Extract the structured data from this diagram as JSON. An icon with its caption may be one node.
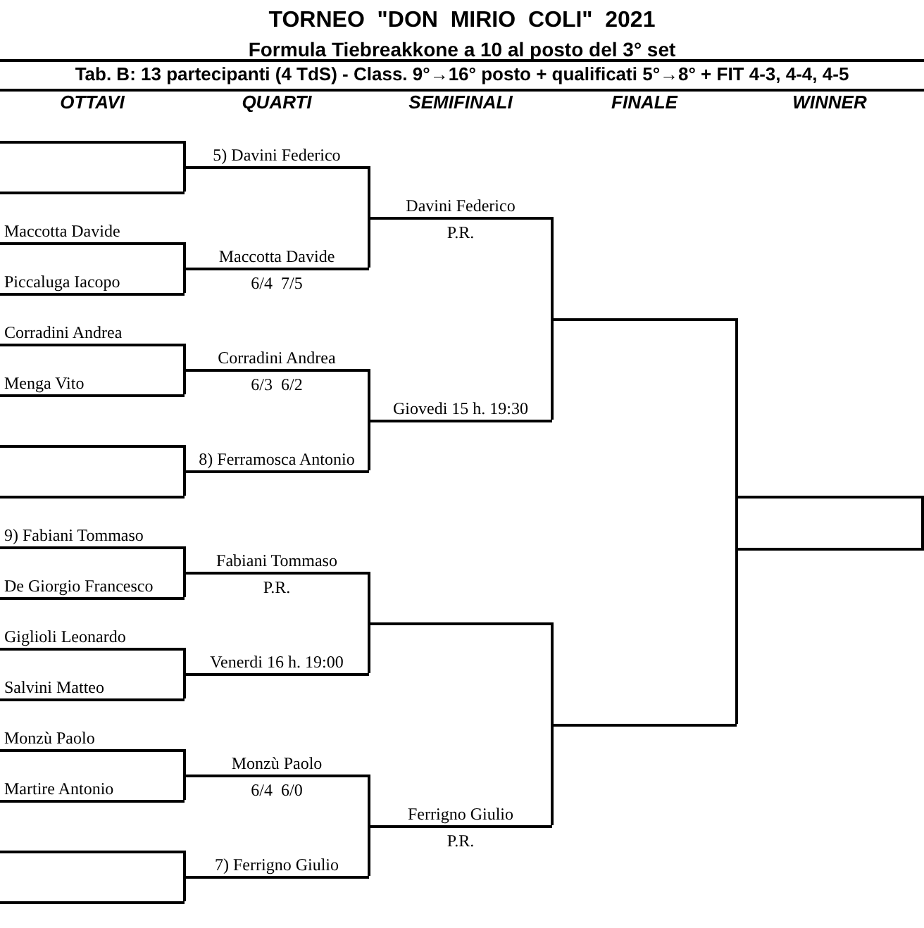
{
  "diagram": {
    "title": "TORNEO  \"DON  MIRIO  COLI\"  2021",
    "nodes": [
      {
        "text": [],
        "shape": "bar"
      },
      {
        "text": [],
        "shape": "bar"
      },
      {
        "text": [
          "Maccotta Davide"
        ]
      },
      {
        "text": [
          "Piccaluga Iacopo"
        ]
      },
      {
        "text": [
          "Corradini Andrea"
        ]
      },
      {
        "text": [
          "Menga Vito"
        ]
      },
      {
        "text": [],
        "shape": "bar"
      },
      {
        "text": [],
        "shape": "bar"
      },
      {
        "text": [
          "9) Fabiani Tommaso"
        ]
      },
      {
        "text": [
          "De Giorgio Francesco"
        ]
      },
      {
        "text": [
          "Giglioli Leonardo"
        ]
      },
      {
        "text": [
          "Salvini Matteo"
        ]
      },
      {
        "text": [
          "Monzù Paolo"
        ]
      },
      {
        "text": [
          "Martire Antonio"
        ]
      },
      {
        "text": [],
        "shape": "bar"
      },
      {
        "text": [],
        "shape": "bar"
      },
      {
        "text": [
          "5) Davini Federico"
        ]
      },
      {
        "text": [
          "Maccotta Davide"
        ],
        "beside": [
          "6/4  7/5"
        ]
      },
      {
        "text": [
          "Corradini Andrea"
        ],
        "beside": [
          "6/3  6/2"
        ]
      },
      {
        "text": [
          "8) Ferramosca Antonio"
        ]
      },
      {
        "text": [
          "Fabiani Tommaso"
        ],
        "beside": [
          "P.R."
        ]
      },
      {
        "text": [
          "Venerdi 16 h. 19:00"
        ]
      },
      {
        "text": [
          "Monzù Paolo"
        ],
        "beside": [
          "6/4  6/0"
        ]
      },
      {
        "text": [
          "7) Ferrigno Giulio"
        ]
      },
      {
        "text": [
          "Davini Federico"
        ],
        "beside": [
          "P.R."
        ]
      },
      {
        "text": [
          "Giovedi 15 h. 19:30"
        ]
      },
      {
        "text": [],
        "shape": "bar"
      },
      {
        "text": [
          "Ferrigno Giulio"
        ],
        "beside": [
          "P.R."
        ]
      },
      {
        "text": [],
        "shape": "bar"
      },
      {
        "text": [],
        "shape": "bar"
      },
      {
        "text": [],
        "shape": "box"
      }
    ],
    "edges": [
      {
        "from": 0,
        "to": 16,
        "arrow": "none"
      },
      {
        "from": 1,
        "to": 16,
        "arrow": "none"
      },
      {
        "from": 2,
        "to": 17,
        "arrow": "none"
      },
      {
        "from": 3,
        "to": 17,
        "arrow": "none"
      },
      {
        "from": 4,
        "to": 18,
        "arrow": "none"
      },
      {
        "from": 5,
        "to": 18,
        "arrow": "none"
      },
      {
        "from": 6,
        "to": 19,
        "arrow": "none"
      },
      {
        "from": 7,
        "to": 19,
        "arrow": "none"
      },
      {
        "from": 8,
        "to": 20,
        "arrow": "none"
      },
      {
        "from": 9,
        "to": 20,
        "arrow": "none"
      },
      {
        "from": 10,
        "to": 21,
        "arrow": "none"
      },
      {
        "from": 11,
        "to": 21,
        "arrow": "none"
      },
      {
        "from": 12,
        "to": 22,
        "arrow": "none"
      },
      {
        "from": 13,
        "to": 22,
        "arrow": "none"
      },
      {
        "from": 14,
        "to": 23,
        "arrow": "none"
      },
      {
        "from": 15,
        "to": 23,
        "arrow": "none"
      },
      {
        "from": 16,
        "to": 24,
        "arrow": "none"
      },
      {
        "from": 17,
        "to": 24,
        "arrow": "none"
      },
      {
        "from": 18,
        "to": 25,
        "arrow": "none"
      },
      {
        "from": 19,
        "to": 25,
        "arrow": "none"
      },
      {
        "from": 20,
        "to": 26,
        "arrow": "none"
      },
      {
        "from": 21,
        "to": 26,
        "arrow": "none"
      },
      {
        "from": 22,
        "to": 27,
        "arrow": "none"
      },
      {
        "from": 23,
        "to": 27,
        "arrow": "none"
      },
      {
        "from": 24,
        "to": 28,
        "arrow": "none"
      },
      {
        "from": 25,
        "to": 28,
        "arrow": "none"
      },
      {
        "from": 26,
        "to": 29,
        "arrow": "none"
      },
      {
        "from": 27,
        "to": 29,
        "arrow": "none"
      },
      {
        "from": 28,
        "to": 30,
        "arrow": "none"
      },
      {
        "from": 29,
        "to": 30,
        "arrow": "none"
      }
    ],
    "labels": [
      "Formula Tiebreakkone a 10 al posto del 3° set",
      "Tab. B: 13 partecipanti (4 TdS) - Class. 9°→16° posto + qualificati 5°→8° + FIT 4-3, 4-4, 4-5",
      "OTTAVI",
      "QUARTI",
      "SEMIFINALI",
      "FINALE",
      "WINNER"
    ]
  }
}
